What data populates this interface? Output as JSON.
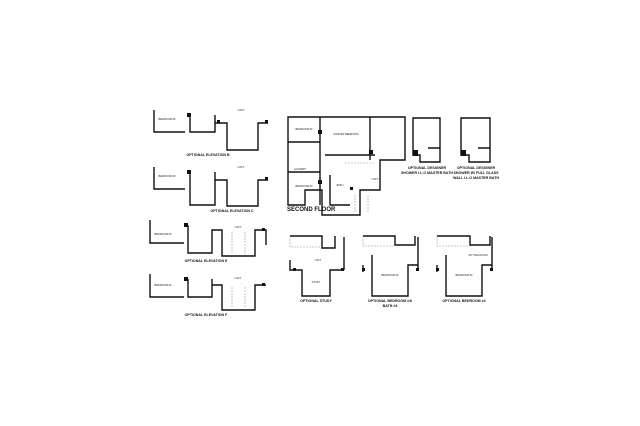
{
  "captions": {
    "elev_b": "OPTIONAL ELEVATION B",
    "elev_c": "OPTIONAL ELEVATION C",
    "elev_e": "OPTIONAL ELEVATION E",
    "elev_f": "OPTIONAL ELEVATION F",
    "second_floor": "SECOND FLOOR",
    "shower1_a": "OPTIONAL DESIGNER",
    "shower1_b": "SHOWER I.L.O MASTER BATH",
    "shower2_a": "OPTIONAL DESIGNER",
    "shower2_b": "SHOWER W/ FULL GLASS",
    "shower2_c": "WALL I.L.O MASTER BATH",
    "study": "OPTIONAL STUDY",
    "bed4bath_a": "OPTIONAL BEDROOM #4/",
    "bed4bath_b": "BATH #4",
    "bed4": "OPTIONAL BEDROOM #4"
  },
  "rooms": {
    "bedroom3": "BEDROOM #3",
    "bath": "BATH",
    "loft": "LOFT",
    "bedroom2": "BEDROOM #2",
    "master": "MASTER BEDROOM",
    "laundry": "LAUNDRY",
    "study": "STUDY",
    "bedroom4": "BEDROOM #4",
    "sitting": "SITTING ROOM"
  }
}
